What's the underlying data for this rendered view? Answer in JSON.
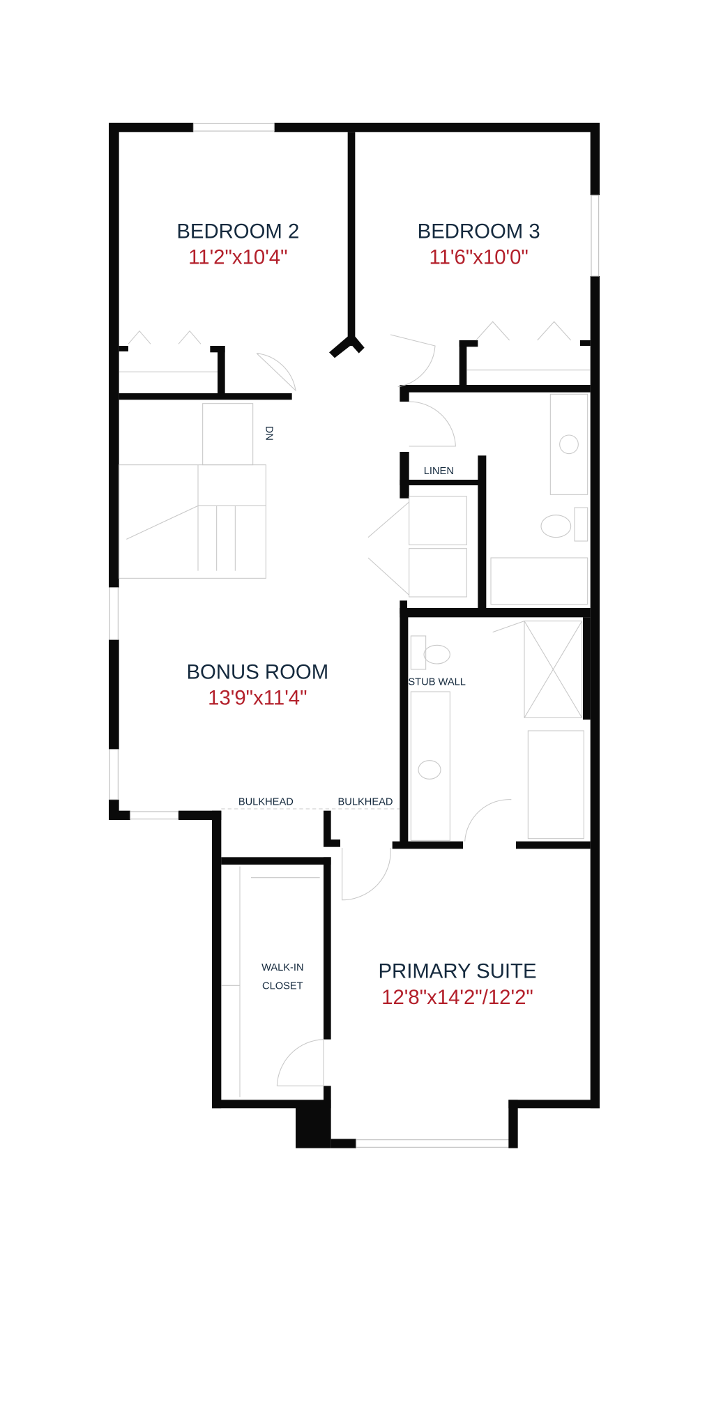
{
  "rooms": {
    "bedroom2": {
      "name": "BEDROOM 2",
      "dims": "11'2\"x10'4\""
    },
    "bedroom3": {
      "name": "BEDROOM 3",
      "dims": "11'6\"x10'0\""
    },
    "bonus": {
      "name": "BONUS ROOM",
      "dims": "13'9\"x11'4\""
    },
    "primary": {
      "name": "PRIMARY SUITE",
      "dims": "12'8\"x14'2\"/12'2\""
    }
  },
  "labels": {
    "linen": "LINEN",
    "stub_wall": "STUB WALL",
    "bulkhead_left": "BULKHEAD",
    "bulkhead_right": "BULKHEAD",
    "walkin_line1": "WALK-IN",
    "walkin_line2": "CLOSET",
    "stairs_dn": "DN"
  },
  "colors": {
    "wall": "#0a0a0a",
    "room_name": "#14293d",
    "room_dims": "#b3202b"
  }
}
